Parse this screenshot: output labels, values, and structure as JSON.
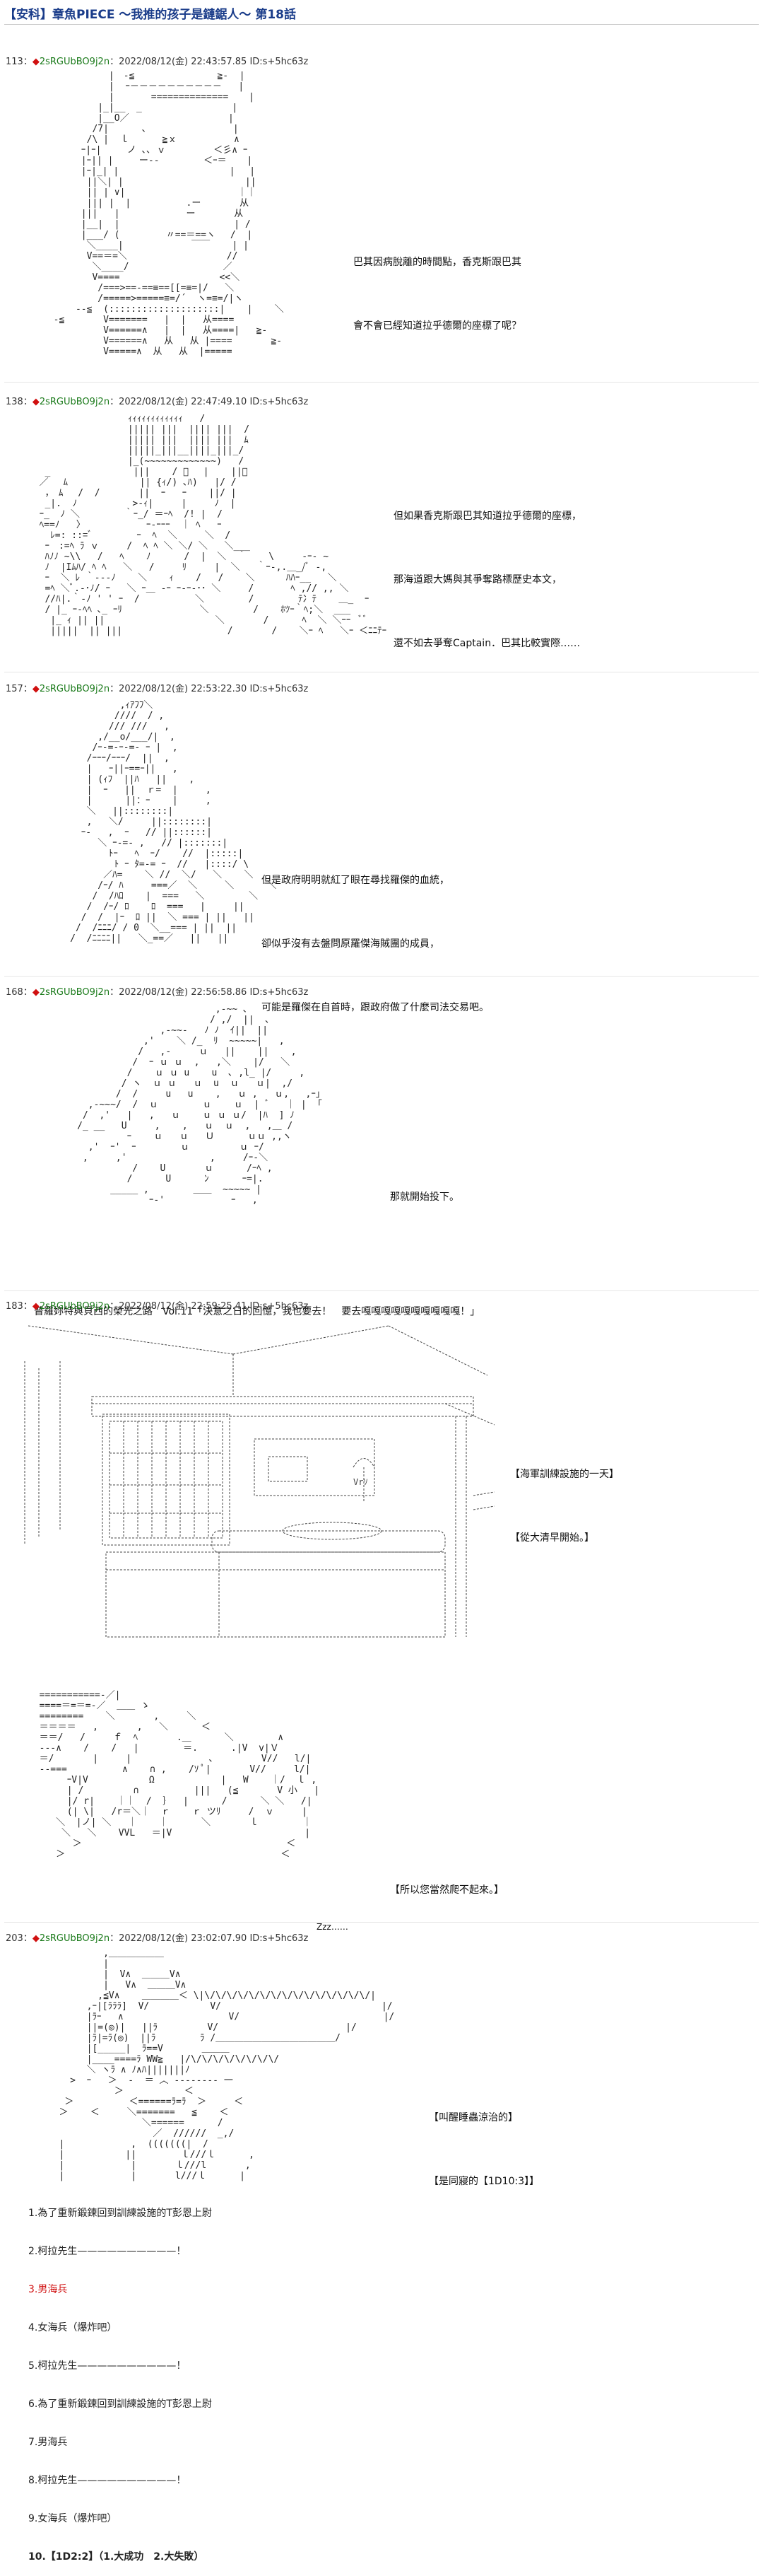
{
  "title": "【安科】章魚PIECE ～我推的孩子是鏈鋸人～ 第18話",
  "posts": [
    {
      "num": "113：",
      "diamond": "◆",
      "trip": "2sRGUbBO9j2n",
      "meta": "：2022/08/12(金) 22:43:57.85 ID:s+5hc63z",
      "lines": [
        "巴其因病脫離的時間點，香克斯跟巴其",
        "會不會已經知道拉乎德爾的座標了呢？"
      ]
    },
    {
      "num": "138：",
      "diamond": "◆",
      "trip": "2sRGUbBO9j2n",
      "meta": "：2022/08/12(金) 22:47:49.10 ID:s+5hc63z",
      "lines": [
        "但如果香克斯跟巴其知道拉乎德爾的座標，",
        "那海道跟大媽與其爭奪路標歷史本文，",
        "還不如去爭奪Captain．巴其比較實際……"
      ]
    },
    {
      "num": "157：",
      "diamond": "◆",
      "trip": "2sRGUbBO9j2n",
      "meta": "：2022/08/12(金) 22:53:22.30 ID:s+5hc63z",
      "lines": [
        "但是政府明明就紅了眼在尋找羅傑的血統，",
        "卻似乎沒有去盤問原羅傑海賊團的成員，",
        "可能是羅傑在自首時，跟政府做了什麼司法交易吧。"
      ]
    },
    {
      "num": "168：",
      "diamond": "◆",
      "trip": "2sRGUbBO9j2n",
      "meta": "：2022/08/12(金) 22:56:58.86 ID:s+5hc63z",
      "lines": [
        "那就開始投下。"
      ],
      "caption": "普羅妳特與貝西的榮光之路　Vol.11「決意之日的回憶，我也要去！　要去嘎嘎嘎嘎嘎嘎嘎嘎嘎嘎！」"
    },
    {
      "num": "183：",
      "diamond": "◆",
      "trip": "2sRGUbBO9j2n",
      "meta": "：2022/08/12(金) 22:59:25.41 ID:s+5hc63z",
      "lines": [
        "【海軍訓練設施的一天】",
        "【從大清早開始。】"
      ],
      "lines2": [
        "【所以您當然爬不起來。】"
      ],
      "zzz": "Zzz……"
    },
    {
      "num": "203：",
      "diamond": "◆",
      "trip": "2sRGUbBO9j2n",
      "meta": "：2022/08/12(金) 23:02:07.90 ID:s+5hc63z",
      "lines": [
        "【叫醒睡蟲涼治的】",
        "【是同寢的【1D10:3】】"
      ]
    }
  ],
  "choices": [
    {
      "text": "1.為了重新鍛鍊回到訓練設施的T彭恩上尉",
      "style": ""
    },
    {
      "text": "2.柯拉先生——————————！",
      "style": ""
    },
    {
      "text": "3.男海兵",
      "style": "red"
    },
    {
      "text": "4.女海兵（爆炸吧）",
      "style": ""
    },
    {
      "text": "5.柯拉先生——————————！",
      "style": ""
    },
    {
      "text": "6.為了重新鍛鍊回到訓練設施的T彭恩上尉",
      "style": ""
    },
    {
      "text": "7.男海兵",
      "style": ""
    },
    {
      "text": "8.柯拉先生——————————！",
      "style": ""
    },
    {
      "text": "9.女海兵（爆炸吧）",
      "style": ""
    },
    {
      "text": "10.【1D2:2】（1.大成功　2.大失敗）",
      "style": "bold"
    }
  ]
}
